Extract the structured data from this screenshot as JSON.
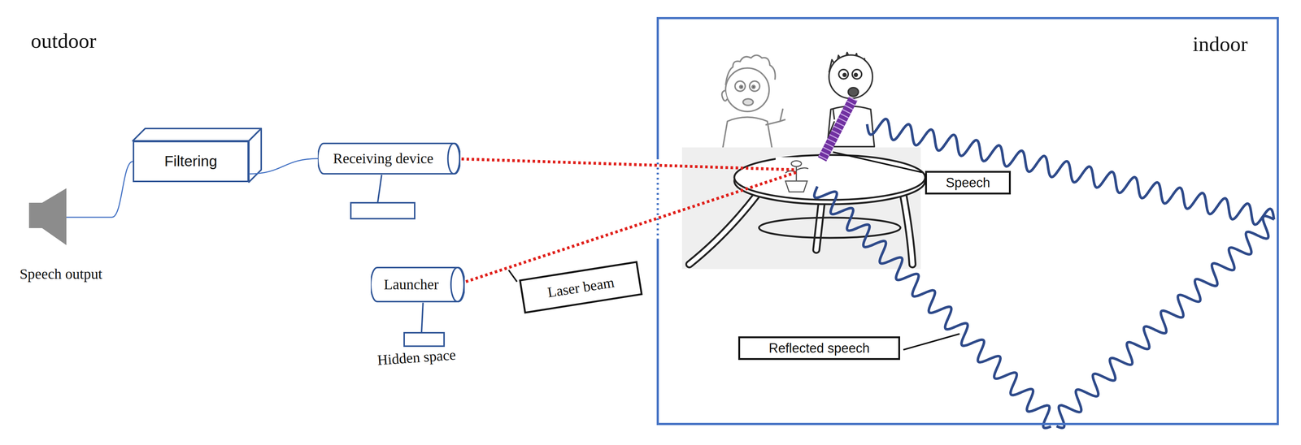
{
  "diagram": {
    "nodes": [
      {
        "text": [
          "Filtering"
        ]
      },
      {
        "text": [
          "Receiving device"
        ]
      },
      {
        "text": [
          "Speech output"
        ]
      },
      {
        "text": [
          "Launcher"
        ]
      },
      {
        "text": [
          "Laser beam"
        ]
      },
      {
        "text": [
          "indoor"
        ]
      },
      {
        "text": [
          "Speech"
        ],
        "in": 5
      },
      {
        "text": [
          "Reflected speech"
        ],
        "in": 5
      }
    ],
    "edges": [
      {
        "from": 2,
        "to": 0,
        "arrow": "none"
      },
      {
        "from": 0,
        "to": 1,
        "arrow": "none"
      }
    ],
    "labels": [
      "outdoor",
      "Hidden space"
    ]
  }
}
